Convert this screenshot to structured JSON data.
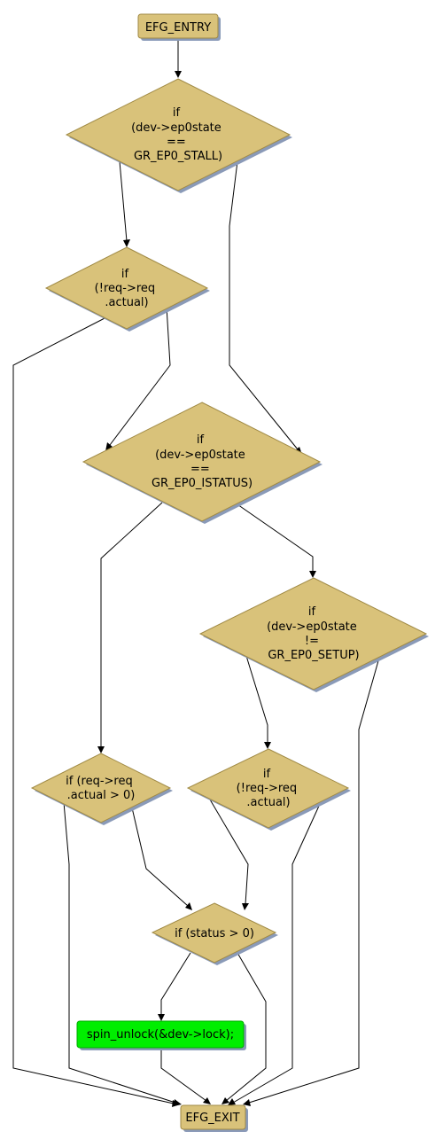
{
  "nodes": {
    "entry": {
      "lines": [
        "EFG_ENTRY"
      ]
    },
    "d1": {
      "lines": [
        "if",
        "(dev->ep0state",
        "==",
        "GR_EP0_STALL)"
      ]
    },
    "d2": {
      "lines": [
        "if",
        "(!req->req",
        ".actual)"
      ]
    },
    "d3": {
      "lines": [
        "if",
        "(dev->ep0state",
        "==",
        "GR_EP0_ISTATUS)"
      ]
    },
    "d4": {
      "lines": [
        "if",
        "(dev->ep0state",
        "!=",
        "GR_EP0_SETUP)"
      ]
    },
    "d5": {
      "lines": [
        "if (req->req",
        ".actual > 0)"
      ]
    },
    "d6": {
      "lines": [
        "if",
        "(!req->req",
        ".actual)"
      ]
    },
    "d7": {
      "lines": [
        "if (status > 0)"
      ]
    },
    "unlock": {
      "lines": [
        "spin_unlock(&dev->lock);"
      ]
    },
    "exit": {
      "lines": [
        "EFG_EXIT"
      ]
    }
  },
  "colors": {
    "decision_fill": "#d9c27a",
    "decision_stroke": "#a08a45",
    "shadow": "#8a9ab8",
    "terminal_fill": "#d9c27a",
    "statement_fill": "#00ee00",
    "statement_stroke": "#00aa00",
    "edge": "#000000"
  }
}
